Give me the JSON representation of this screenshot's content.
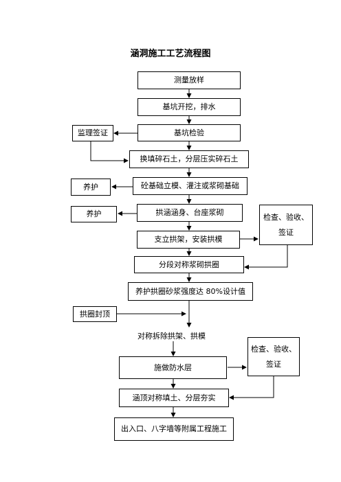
{
  "title": "涵洞施工工艺流程图",
  "steps": [
    "测量放样",
    "基坑开挖，排水",
    "基坑检验",
    "换填碎石土，分层压实碎石土",
    "砼基础立模、灌注或浆砌基础",
    "拱涵涵身、台座浆砌",
    "支立拱架，安装拱模",
    "分段对称浆砌拱圈",
    "养护拱圈砂浆强度达 80%设计值",
    "对称拆除拱架、拱模",
    "施做防水层",
    "涵顶对称填土、分层夯实",
    "出入口、八字墙等附属工程施工"
  ],
  "side": {
    "supervisor_sign": "监理签证",
    "cure_1": "养护",
    "cure_2": "养护",
    "check_1_line1": "检查、验收、",
    "check_1_line2": "签证",
    "arch_top": "拱圈封顶",
    "check_2_line1": "检查、验收、",
    "check_2_line2": "签证"
  }
}
